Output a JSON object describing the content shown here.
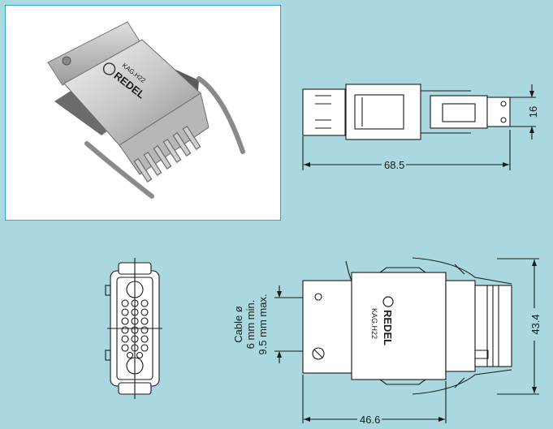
{
  "photo": {
    "brand": "REDEL",
    "model": "KAG.H22"
  },
  "drawing_top": {
    "length_label": "68.5",
    "height_label": "16"
  },
  "drawing_side": {
    "brand": "REDEL",
    "model": "KAG.H22",
    "cable_label_line1": "Cable ø",
    "cable_label_line2": "6 mm min.",
    "cable_label_line3": "9.5 mm max.",
    "length_label": "46.6",
    "height_label": "43.4"
  },
  "colors": {
    "background": "#a9d8e0",
    "panel_border": "#3aa8bf",
    "line": "#1a1a1a"
  }
}
